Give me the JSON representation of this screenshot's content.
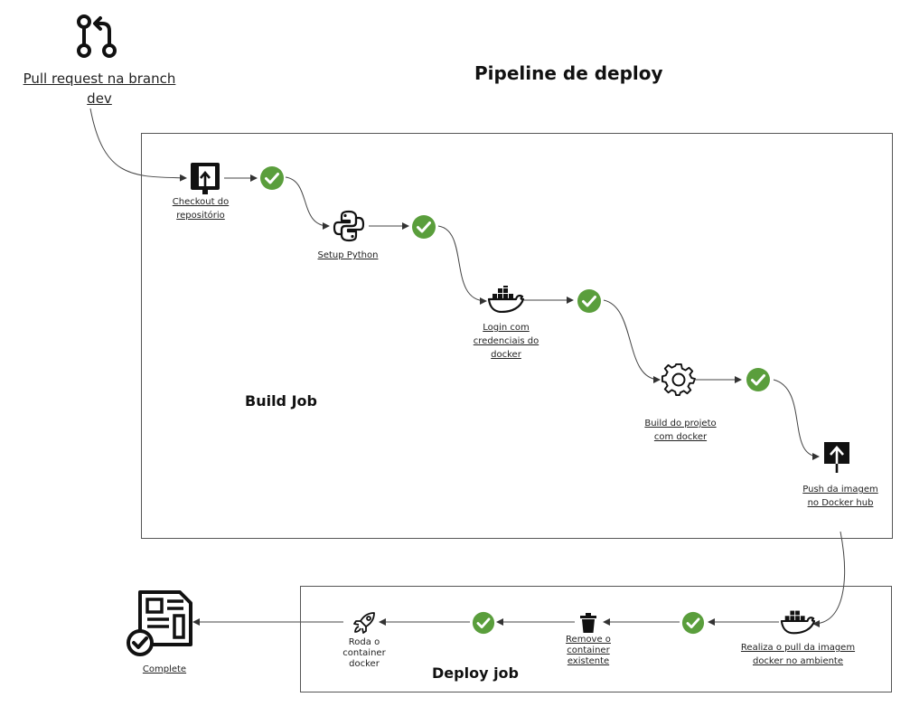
{
  "diagram": {
    "title": "Pipeline de deploy",
    "trigger": {
      "label": "Pull request na branch dev",
      "icon": "git-pull-request-icon"
    },
    "build_job": {
      "title": "Build Job",
      "steps": [
        {
          "label": "Checkout do repositório",
          "icon": "checkout-icon"
        },
        {
          "label": "Setup Python",
          "icon": "python-icon"
        },
        {
          "label": "Login com credenciais do docker",
          "icon": "docker-icon"
        },
        {
          "label": "Build do projeto com docker",
          "icon": "gear-icon"
        },
        {
          "label": "Push da imagem no Docker hub",
          "icon": "upload-icon"
        }
      ]
    },
    "deploy_job": {
      "title": "Deploy job",
      "steps": [
        {
          "label": "Realiza o pull da imagem docker no ambiente",
          "icon": "docker-icon"
        },
        {
          "label": "Remove o container existente",
          "icon": "trash-icon"
        },
        {
          "label": "Roda o container docker",
          "icon": "rocket-icon"
        }
      ]
    },
    "end": {
      "label": "Complete",
      "icon": "document-check-icon"
    },
    "colors": {
      "success": "#5a9e3c",
      "stroke": "#111111",
      "border": "#555555"
    }
  }
}
